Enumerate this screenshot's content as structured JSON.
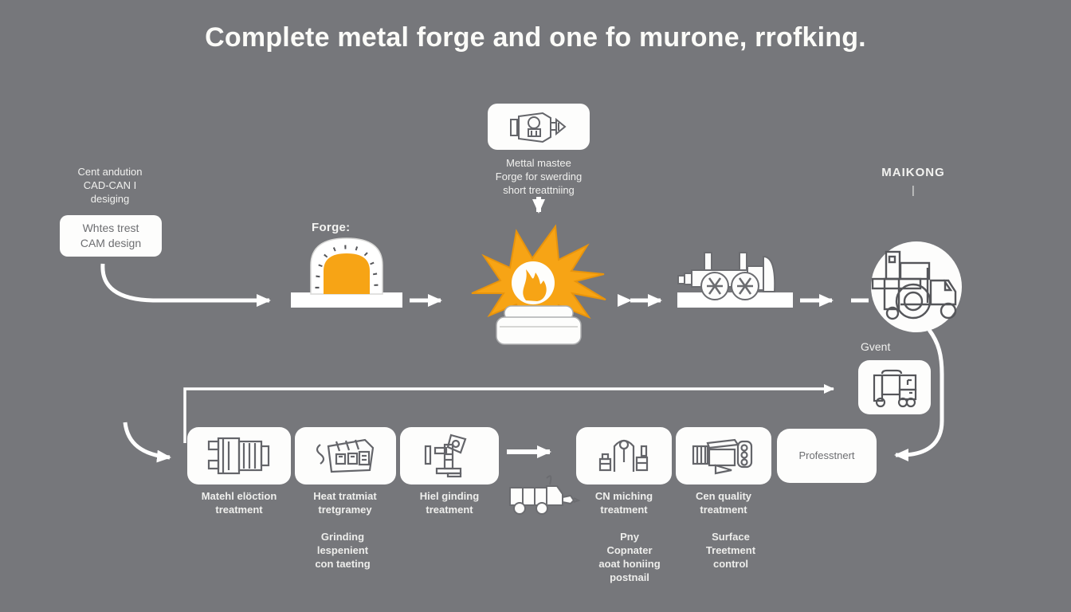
{
  "title": "Complete metal forge and one fo murone, rrofking.",
  "colors": {
    "background": "#76777B",
    "white": "#FDFDFC",
    "accent_orange": "#F7A415",
    "icon_stroke": "#64656A",
    "caption_text": "#F1F1EF",
    "box_text": "#6D6E71"
  },
  "top_left": {
    "caption": "Cent andution\nCAD-CAN I\ndesiging",
    "box_label": "Whtes trest\nCAM design"
  },
  "forge_label": "Forge:",
  "top_center": {
    "caption": "Mettal mastee\nForge for swerding\nshort treattniing"
  },
  "brand": {
    "name": "MAIKONG",
    "mark": "|"
  },
  "gvent_label": "Gvent",
  "process_boxes": [
    {
      "label": "Matehl elöction\ntreatment"
    },
    {
      "label": "Heat tratmiat\ntretgramey"
    },
    {
      "label": "Hiel ginding\ntreatment"
    },
    {
      "label": "CN miching\ntreatment"
    },
    {
      "label": "Cen quality\ntreatment"
    }
  ],
  "final_box_label": "Professtnert",
  "sub_captions": [
    "Grinding\nlespenient\ncon taeting",
    "Pny\nCopnater\naoat honiing\npostnail",
    "Surface\nTreetment\ncontrol"
  ]
}
